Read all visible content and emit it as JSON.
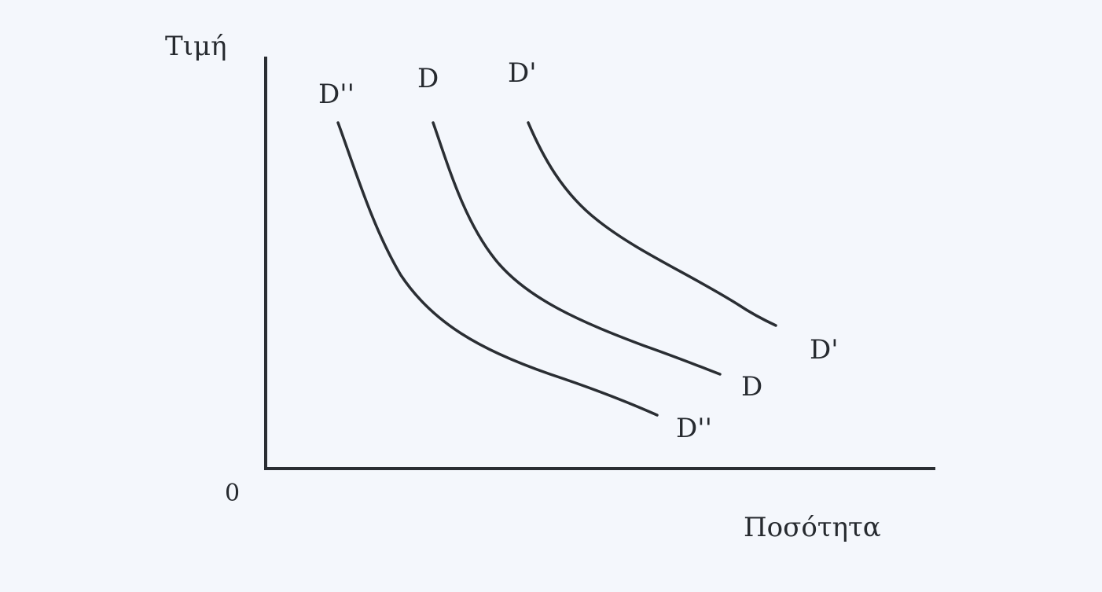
{
  "diagram": {
    "type": "demand-curve-shifts",
    "y_axis_label": "Τιμή",
    "x_axis_label": "Ποσότητα",
    "origin_label": "0",
    "curves": [
      {
        "id": "d-double-prime",
        "top_label": "D''",
        "end_label": "D''"
      },
      {
        "id": "d",
        "top_label": "D",
        "end_label": "D"
      },
      {
        "id": "d-prime",
        "top_label": "D'",
        "end_label": "D'"
      }
    ],
    "colors": {
      "background": "#f4f7fc",
      "ink": "#262a2f"
    }
  }
}
